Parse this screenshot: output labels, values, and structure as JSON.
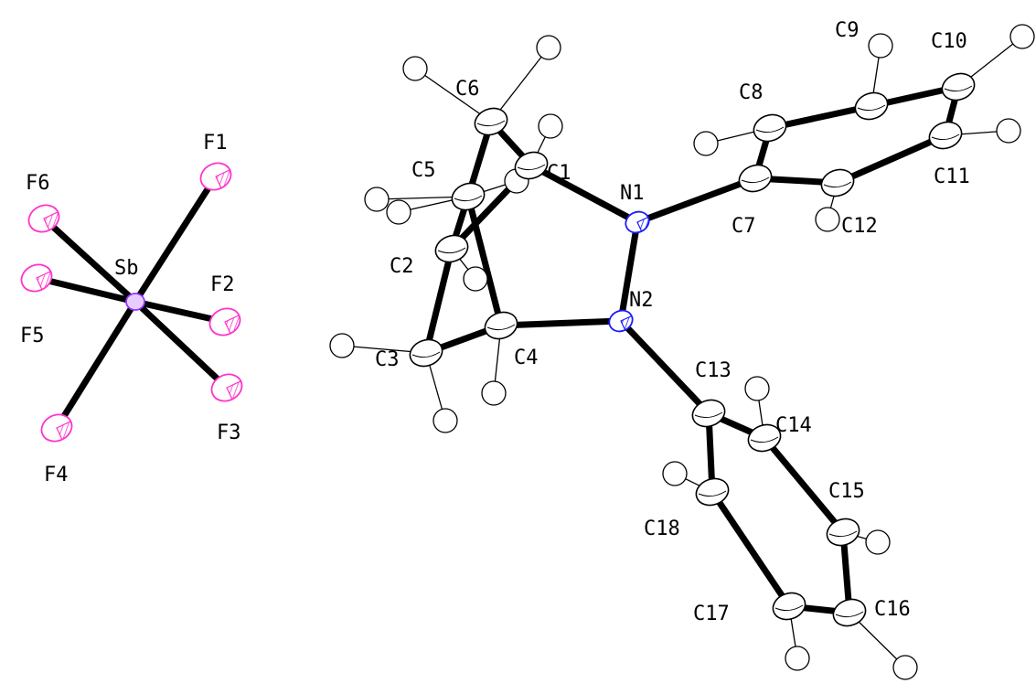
{
  "colors": {
    "carbon": "#000000",
    "nitrogen": "#1a1aff",
    "fluorine": "#ff33cc",
    "antimony": "#9933ff",
    "hydrogen": "#000000"
  },
  "atoms": [
    {
      "label": "Sb",
      "element": "Sb"
    },
    {
      "label": "F1",
      "element": "F"
    },
    {
      "label": "F2",
      "element": "F"
    },
    {
      "label": "F3",
      "element": "F"
    },
    {
      "label": "F4",
      "element": "F"
    },
    {
      "label": "F5",
      "element": "F"
    },
    {
      "label": "F6",
      "element": "F"
    },
    {
      "label": "N1",
      "element": "N"
    },
    {
      "label": "N2",
      "element": "N"
    },
    {
      "label": "C1",
      "element": "C"
    },
    {
      "label": "C2",
      "element": "C"
    },
    {
      "label": "C3",
      "element": "C"
    },
    {
      "label": "C4",
      "element": "C"
    },
    {
      "label": "C5",
      "element": "C"
    },
    {
      "label": "C6",
      "element": "C"
    },
    {
      "label": "C7",
      "element": "C"
    },
    {
      "label": "C8",
      "element": "C"
    },
    {
      "label": "C9",
      "element": "C"
    },
    {
      "label": "C10",
      "element": "C"
    },
    {
      "label": "C11",
      "element": "C"
    },
    {
      "label": "C12",
      "element": "C"
    },
    {
      "label": "C13",
      "element": "C"
    },
    {
      "label": "C14",
      "element": "C"
    },
    {
      "label": "C15",
      "element": "C"
    },
    {
      "label": "C16",
      "element": "C"
    },
    {
      "label": "C17",
      "element": "C"
    },
    {
      "label": "C18",
      "element": "C"
    }
  ],
  "bonds": [
    [
      "Sb",
      "F1"
    ],
    [
      "Sb",
      "F2"
    ],
    [
      "Sb",
      "F3"
    ],
    [
      "Sb",
      "F4"
    ],
    [
      "Sb",
      "F5"
    ],
    [
      "Sb",
      "F6"
    ],
    [
      "C1",
      "N1"
    ],
    [
      "N1",
      "N2"
    ],
    [
      "N2",
      "C4"
    ],
    [
      "N1",
      "C7"
    ],
    [
      "N2",
      "C13"
    ],
    [
      "C1",
      "C6"
    ],
    [
      "C6",
      "C5"
    ],
    [
      "C1",
      "C2"
    ],
    [
      "C5",
      "C4"
    ],
    [
      "C5",
      "C2"
    ],
    [
      "C2",
      "C3"
    ],
    [
      "C3",
      "C4"
    ],
    [
      "C7",
      "C8"
    ],
    [
      "C8",
      "C9"
    ],
    [
      "C9",
      "C10"
    ],
    [
      "C10",
      "C11"
    ],
    [
      "C11",
      "C12"
    ],
    [
      "C12",
      "C7"
    ],
    [
      "C13",
      "C14"
    ],
    [
      "C14",
      "C15"
    ],
    [
      "C15",
      "C16"
    ],
    [
      "C16",
      "C17"
    ],
    [
      "C17",
      "C18"
    ],
    [
      "C18",
      "C13"
    ]
  ]
}
